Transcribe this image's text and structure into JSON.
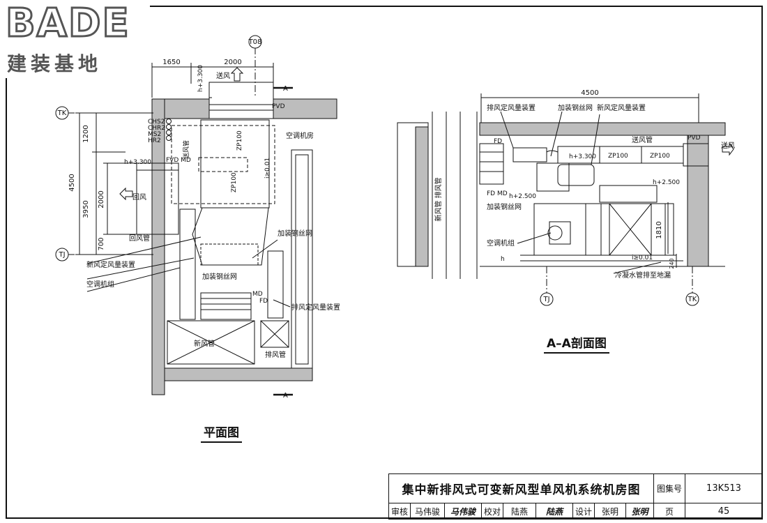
{
  "logo": {
    "brand": "BADE",
    "sub": "建装基地"
  },
  "plan": {
    "title": "平面图",
    "dims": {
      "d1650": "1650",
      "d2000": "2000",
      "d1200": "1200",
      "d4500": "4500",
      "d3950": "3950",
      "d2000v": "2000",
      "d700": "700"
    },
    "axes": {
      "top": "T08",
      "tk": "TK",
      "tj": "TJ"
    },
    "section_mark": "A",
    "labels": {
      "supply_air": "送风",
      "h3300_top": "h+3.300",
      "pvd": "PVD",
      "chs2": "CHS2",
      "chr2": "CHR2",
      "ms2": "MS2",
      "hr2": "HR2",
      "supply_pipe": "送风管",
      "ac_room": "空调机房",
      "zp100a": "ZP100",
      "zp100b": "ZP100",
      "h3300": "h+3.300",
      "fvd_md": "FVD MD",
      "return_air": "回风",
      "return_pipe": "回风管",
      "i_ge": "i≥0.01",
      "fresh_device": "新风定风量装置",
      "ahu": "空调机组",
      "mesh": "加装钢丝网",
      "mesh2": "加装钢丝网",
      "md": "MD",
      "fd": "FD",
      "exhaust_device": "排风定风量装置",
      "fresh_pipe": "新风管",
      "exhaust_pipe": "排风管"
    }
  },
  "section": {
    "title": "A–A剖面图",
    "dims": {
      "d4500": "4500",
      "d1810": "1810",
      "d240": "240"
    },
    "axes": {
      "tj": "TJ",
      "tk": "TK"
    },
    "labels": {
      "exhaust_device": "排风定风量装置",
      "mesh_top": "加装钢丝网",
      "fresh_device": "新风定风量装置",
      "fd": "FD",
      "pvd": "PVD",
      "supply_pipe": "送风管",
      "supply_air": "送风",
      "h3300": "h+3.300",
      "zp100a": "ZP100",
      "zp100b": "ZP100",
      "fresh_exhaust_pipe": "新风管 排风管",
      "fd_md": "FD MD",
      "h2500a": "h+2.500",
      "h2500b": "h+2.500",
      "mesh": "加装钢丝网",
      "ahu": "空调机组",
      "i_ge": "i≥0.01",
      "h": "h",
      "drain": "冷凝水管排至地漏"
    }
  },
  "title_block": {
    "title": "集中新排风式可变新风型单风机系统机房图",
    "atlas_label": "图集号",
    "atlas_no": "13K513",
    "page_label": "页",
    "page_no": "45",
    "review_label": "审核",
    "reviewer": "马伟骏",
    "reviewer_sign": "马伟骏",
    "check_label": "校对",
    "checker": "陆燕",
    "checker_sign": "陆燕",
    "design_label": "设计",
    "designer": "张明",
    "designer_sign": "张明"
  }
}
